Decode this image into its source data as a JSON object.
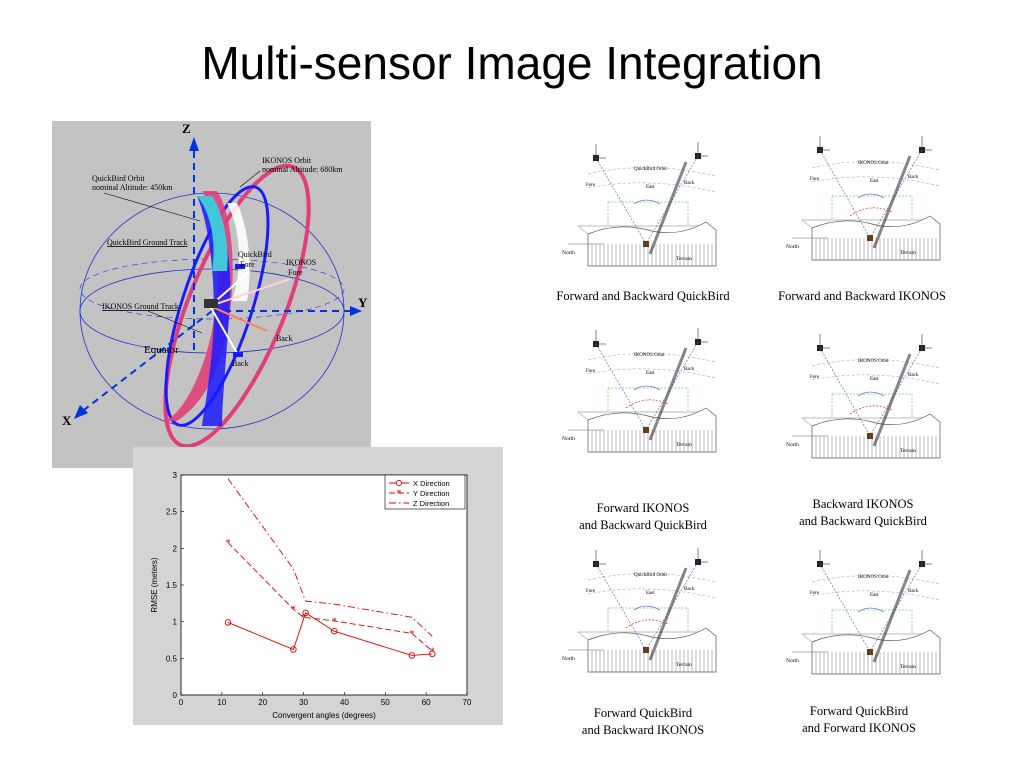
{
  "title": "Multi-sensor Image Integration",
  "orbit_figure": {
    "axis_z": "Z",
    "axis_y": "Y",
    "axis_x": "X",
    "ikonos_orbit": [
      "IKONOS Orbit",
      "nominal Altitude: 680km"
    ],
    "quickbird_orbit": [
      "QuickBird Orbit",
      "nominal Altitude: 450km"
    ],
    "quickbird_ground_track": "QuickBird Ground Track",
    "ikonos_ground_track": "IKONOS Ground Track",
    "equator": "Equator",
    "quickbird_fore": [
      "QuickBird",
      "Fore"
    ],
    "ikonos_fore": [
      "IKONOS",
      "Fore"
    ],
    "back_right": "Back",
    "back_bottom": "Back",
    "colors": {
      "background": "#c3c3c3",
      "axis": "#0033dd",
      "ikonos": "#e0407a",
      "quickbird": "#1a1aff"
    }
  },
  "rmse_chart": {
    "chart_data": {
      "type": "line",
      "xlabel": "Convergent angles (degrees)",
      "ylabel": "RMSE (meters)",
      "xlim": [
        0,
        70
      ],
      "ylim": [
        0,
        3
      ],
      "xticks": [
        "0",
        "10",
        "20",
        "30",
        "40",
        "50",
        "60",
        "70"
      ],
      "yticks": [
        "0",
        "0.5",
        "1",
        "1.5",
        "2",
        "2.5",
        "3"
      ],
      "legend_position": "top-right",
      "series": [
        {
          "name": "X Direction",
          "style": "solid",
          "marker": "circle",
          "x": [
            11.5,
            27.5,
            30.5,
            37.5,
            56.5,
            61.5
          ],
          "y": [
            0.99,
            0.62,
            1.12,
            0.87,
            0.54,
            0.56
          ]
        },
        {
          "name": "Y Direction",
          "style": "dashed",
          "marker": "star",
          "x": [
            11.5,
            27.5,
            30.0,
            37.5,
            56.5,
            61.5
          ],
          "y": [
            2.08,
            1.17,
            1.06,
            1.01,
            0.84,
            0.6
          ]
        },
        {
          "name": "Z Direction",
          "style": "dashdot",
          "marker": "none",
          "x": [
            11.5,
            27.5,
            30.5,
            37.5,
            56.5,
            61.5
          ],
          "y": [
            2.95,
            1.72,
            1.28,
            1.24,
            1.06,
            0.8
          ]
        }
      ],
      "color": "#e00000"
    }
  },
  "diagram_labels": {
    "north": "North",
    "terrain": "Terrain",
    "east": "East",
    "fore": "Fore",
    "back": "Back",
    "quickbird_orbit": "QuickBird Orbit",
    "ikonos_orbit": "IKONOS Orbit"
  },
  "captions": {
    "c1": [
      "Forward and Backward QuickBird"
    ],
    "c2": [
      "Forward and Backward IKONOS"
    ],
    "c3": [
      "Forward IKONOS",
      "and Backward QuickBird"
    ],
    "c4": [
      "Backward IKONOS",
      "and Backward QuickBird"
    ],
    "c5": [
      "Forward QuickBird",
      "and Backward IKONOS"
    ],
    "c6": [
      "Forward QuickBird",
      "and Forward IKONOS"
    ]
  }
}
